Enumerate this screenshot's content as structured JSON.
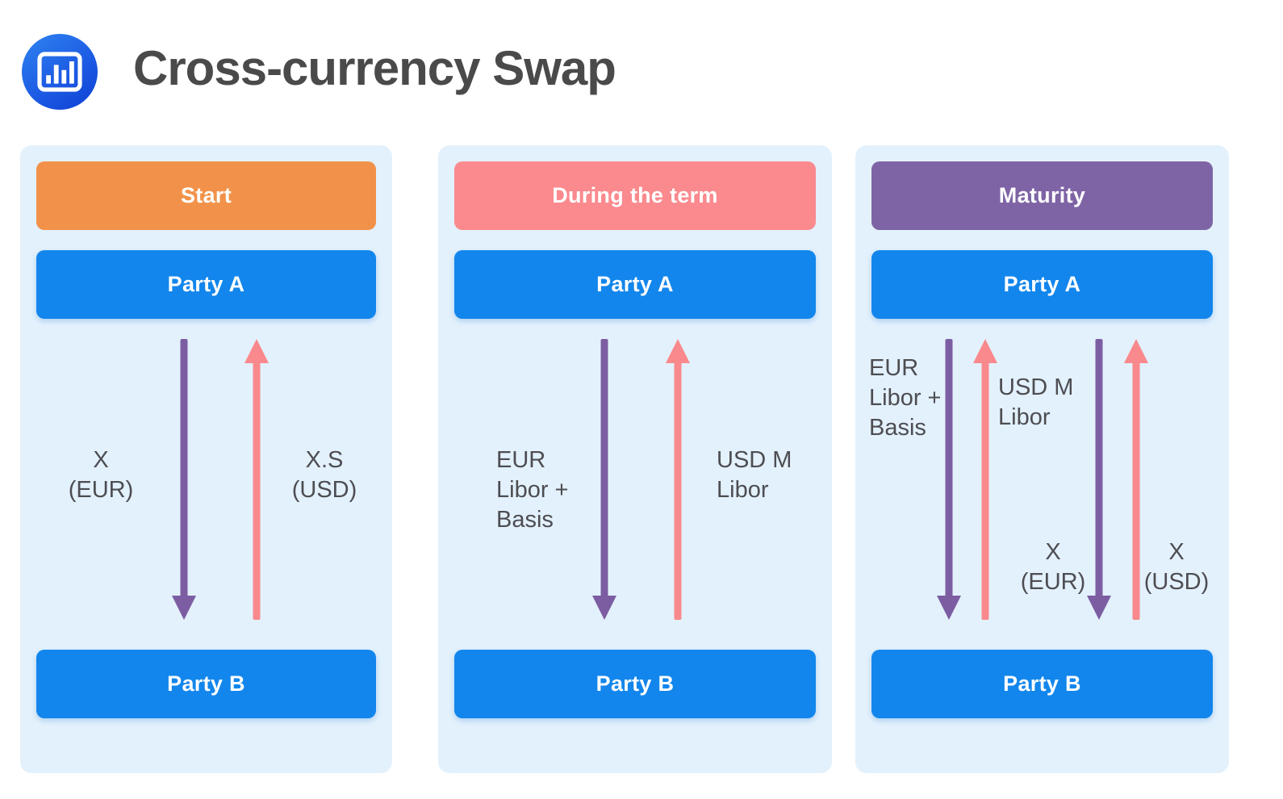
{
  "header": {
    "title": "Cross-currency Swap",
    "logo_icon": "bar-chart-icon"
  },
  "colors": {
    "panel_bg": "#E3F1FC",
    "start_orange": "#F2924A",
    "during_pink": "#FA8A8E",
    "maturity_purple": "#7E64A5",
    "party_blue": "#1286EC",
    "arrow_purple": "#7C5DA2",
    "arrow_pink": "#F9898C",
    "title_text": "#4A4A4B",
    "label_text": "#4D4D52",
    "logo_blue_top": "#2F84F1",
    "logo_blue_bottom": "#0F3FD4"
  },
  "panels": [
    {
      "id": "start",
      "header": "Start",
      "party_a": "Party A",
      "party_b": "Party B",
      "flows": [
        {
          "direction": "down",
          "color": "purple",
          "label_lines": [
            "X",
            "(EUR)"
          ]
        },
        {
          "direction": "up",
          "color": "pink",
          "label_lines": [
            "X.S",
            "(USD)"
          ]
        }
      ]
    },
    {
      "id": "during-the-term",
      "header": "During the term",
      "party_a": "Party A",
      "party_b": "Party B",
      "flows": [
        {
          "direction": "down",
          "color": "purple",
          "label_lines": [
            "EUR",
            "Libor +",
            "Basis"
          ]
        },
        {
          "direction": "up",
          "color": "pink",
          "label_lines": [
            "USD M",
            "Libor"
          ]
        }
      ]
    },
    {
      "id": "maturity",
      "header": "Maturity",
      "party_a": "Party A",
      "party_b": "Party B",
      "flows": [
        {
          "direction": "down",
          "color": "purple",
          "label_lines": [
            "EUR",
            "Libor +",
            "Basis"
          ]
        },
        {
          "direction": "up",
          "color": "pink",
          "label_lines": [
            "USD M",
            "Libor"
          ]
        },
        {
          "direction": "down",
          "color": "purple",
          "label_lines": [
            "X",
            "(EUR)"
          ]
        },
        {
          "direction": "up",
          "color": "pink",
          "label_lines": [
            "X",
            "(USD)"
          ]
        }
      ]
    }
  ]
}
